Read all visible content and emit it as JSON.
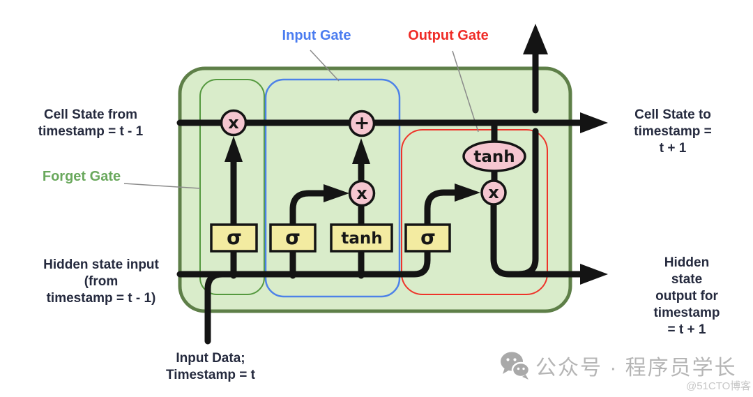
{
  "labels": {
    "cell_state_in": "Cell State from\ntimestamp = t - 1",
    "forget_gate": "Forget Gate",
    "input_gate": "Input Gate",
    "output_gate": "Output Gate",
    "hidden_state_in": "Hidden state input\n(from\ntimestamp = t - 1)",
    "input_data": "Input Data;\nTimestamp = t",
    "cell_state_out": "Cell State to\ntimestamp = t + 1",
    "hidden_state_out": "Hidden state\noutput for\ntimestamp = t + 1"
  },
  "units": {
    "forget_sigma": "σ",
    "input_sigma": "σ",
    "candidate_tanh": "tanh",
    "output_sigma": "σ",
    "output_tanh": "tanh",
    "multiply_forget": "x",
    "add_input": "+",
    "multiply_input": "x",
    "multiply_output": "x"
  },
  "watermark": {
    "icon": "wechat-icon",
    "text": "公众号 · 程序员学长",
    "handle": "@51CTO博客"
  },
  "colors": {
    "cell_fill": "#d9ecca",
    "cell_border": "#5e7f48",
    "forget_gate_outline": "#55993f",
    "input_gate_outline": "#4d82e8",
    "output_gate_outline": "#ee342a",
    "unit_fill": "#f3eba1",
    "op_fill": "#f5c6d0",
    "line": "#141414",
    "watermark_gray": "#b5b5b5"
  }
}
